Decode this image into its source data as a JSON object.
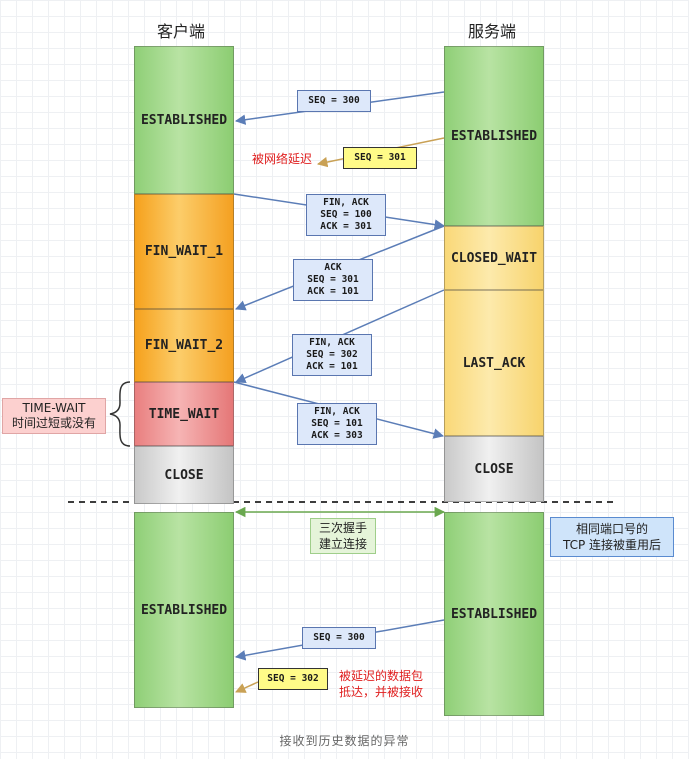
{
  "headers": {
    "client": "客户端",
    "server": "服务端"
  },
  "client_states": [
    "ESTABLISHED",
    "FIN_WAIT_1",
    "FIN_WAIT_2",
    "TIME_WAIT",
    "CLOSE",
    "ESTABLISHED"
  ],
  "server_states": [
    "ESTABLISHED",
    "CLOSED_WAIT",
    "LAST_ACK",
    "CLOSE",
    "ESTABLISHED"
  ],
  "packets": {
    "seq300": [
      "SEQ = 300"
    ],
    "seq301_delayed": [
      "SEQ = 301"
    ],
    "fin1": [
      "FIN, ACK",
      "SEQ = 100",
      "ACK = 301"
    ],
    "ack1": [
      "ACK",
      "SEQ = 301",
      "ACK = 101"
    ],
    "fin2": [
      "FIN, ACK",
      "SEQ = 302",
      "ACK = 101"
    ],
    "ack_last": [
      "FIN, ACK",
      "SEQ = 101",
      "ACK = 303"
    ],
    "new_seq300": [
      "SEQ = 300"
    ],
    "seq302_arrived": [
      "SEQ = 302"
    ]
  },
  "notes": {
    "delayed": "被网络延迟",
    "time_wait": [
      "TIME-WAIT",
      "时间过短或没有"
    ],
    "handshake": [
      "三次握手",
      "建立连接"
    ],
    "port_reuse": [
      "相同端口号的",
      "TCP 连接被重用后"
    ],
    "delayed_arrived": [
      "被延迟的数据包",
      "抵达，并被接收"
    ]
  },
  "caption": "接收到历史数据的异常",
  "colors": {
    "arrow_blue": "#5b7db7",
    "arrow_gold": "#c9a155",
    "arrow_green": "#6aa84f",
    "note_red": "#e02020"
  }
}
